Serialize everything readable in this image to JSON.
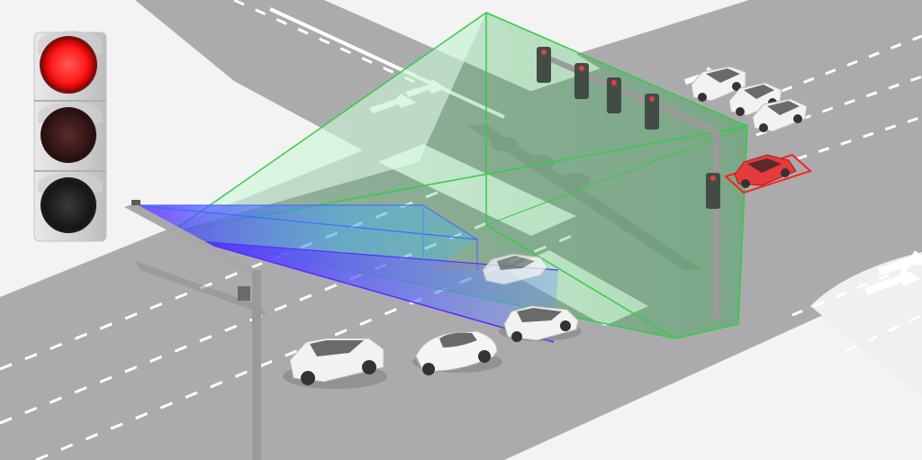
{
  "scene": {
    "subject": "traffic-intersection",
    "signal_state": "red",
    "detected_vehicle": "red-car"
  },
  "colors": {
    "road": "#a9a9ab",
    "sidewalk": "#eeeeee",
    "lane_marking": "#ffffff",
    "red_light": "#ff1f1f",
    "amber_off": "#3c1a1a",
    "green_off": "#222222",
    "signal_body": "#d9d9d9",
    "signal_head": "#424c45",
    "pole": "#9a9a9a",
    "green_zone": "#32cc40",
    "blue_zone": "#3aa0ff",
    "violet_zone": "#6a3cff",
    "detection_box": "#ff2020",
    "detected_car": "#e53b3b",
    "car_white": "#f2f2f2"
  }
}
